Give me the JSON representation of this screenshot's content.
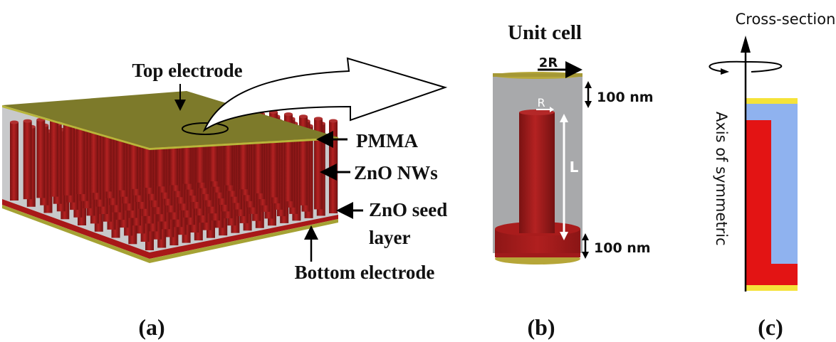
{
  "figure": {
    "panels": [
      {
        "id": "a",
        "caption": "(a)",
        "labels": {
          "top_electrode": "Top electrode",
          "pmma": "PMMA",
          "zno_nws": "ZnO NWs",
          "zno_seed_line1": "ZnO seed",
          "zno_seed_line2": "layer",
          "bottom_electrode": "Bottom electrode"
        }
      },
      {
        "id": "b",
        "caption": "(b)",
        "title": "Unit cell",
        "labels": {
          "diameter": "2R",
          "radius": "R",
          "length": "L",
          "top_thickness": "100 nm",
          "bottom_thickness": "100 nm"
        }
      },
      {
        "id": "c",
        "caption": "(c)",
        "title": "Cross-section",
        "axis_label": "Axis of symmetric"
      }
    ],
    "colors": {
      "electrode": "#7d7a2a",
      "electrode_edge": "#b8b63a",
      "pmma": "#c9cacc",
      "pmma_unit": "#a9aaac",
      "nanowire": "#a01c1c",
      "nanowire_dark": "#7c1414",
      "cs_yellow": "#f5e33a",
      "cs_blue": "#8fb2ef",
      "cs_red": "#e31414"
    }
  }
}
